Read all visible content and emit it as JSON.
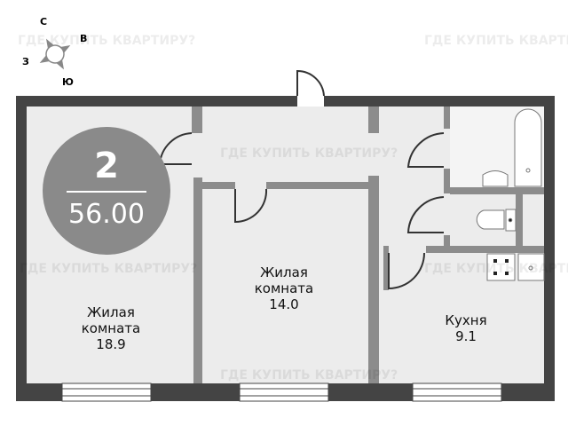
{
  "watermark": "ГДЕ КУПИТЬ КВАРТИРУ?",
  "compass": {
    "n": "С",
    "e": "В",
    "s": "Ю",
    "w": "З"
  },
  "badge": {
    "rooms": "2",
    "area": "56.00"
  },
  "rooms": [
    {
      "name": "Жилая комната",
      "area": "18.9"
    },
    {
      "name": "Жилая комната",
      "area": "14.0"
    },
    {
      "name": "Кухня",
      "area": "9.1"
    }
  ],
  "colors": {
    "outer_wall": "#444444",
    "inner_wall": "#8c8c8c",
    "floor": "#ececec",
    "badge": "#8a8a8a"
  }
}
